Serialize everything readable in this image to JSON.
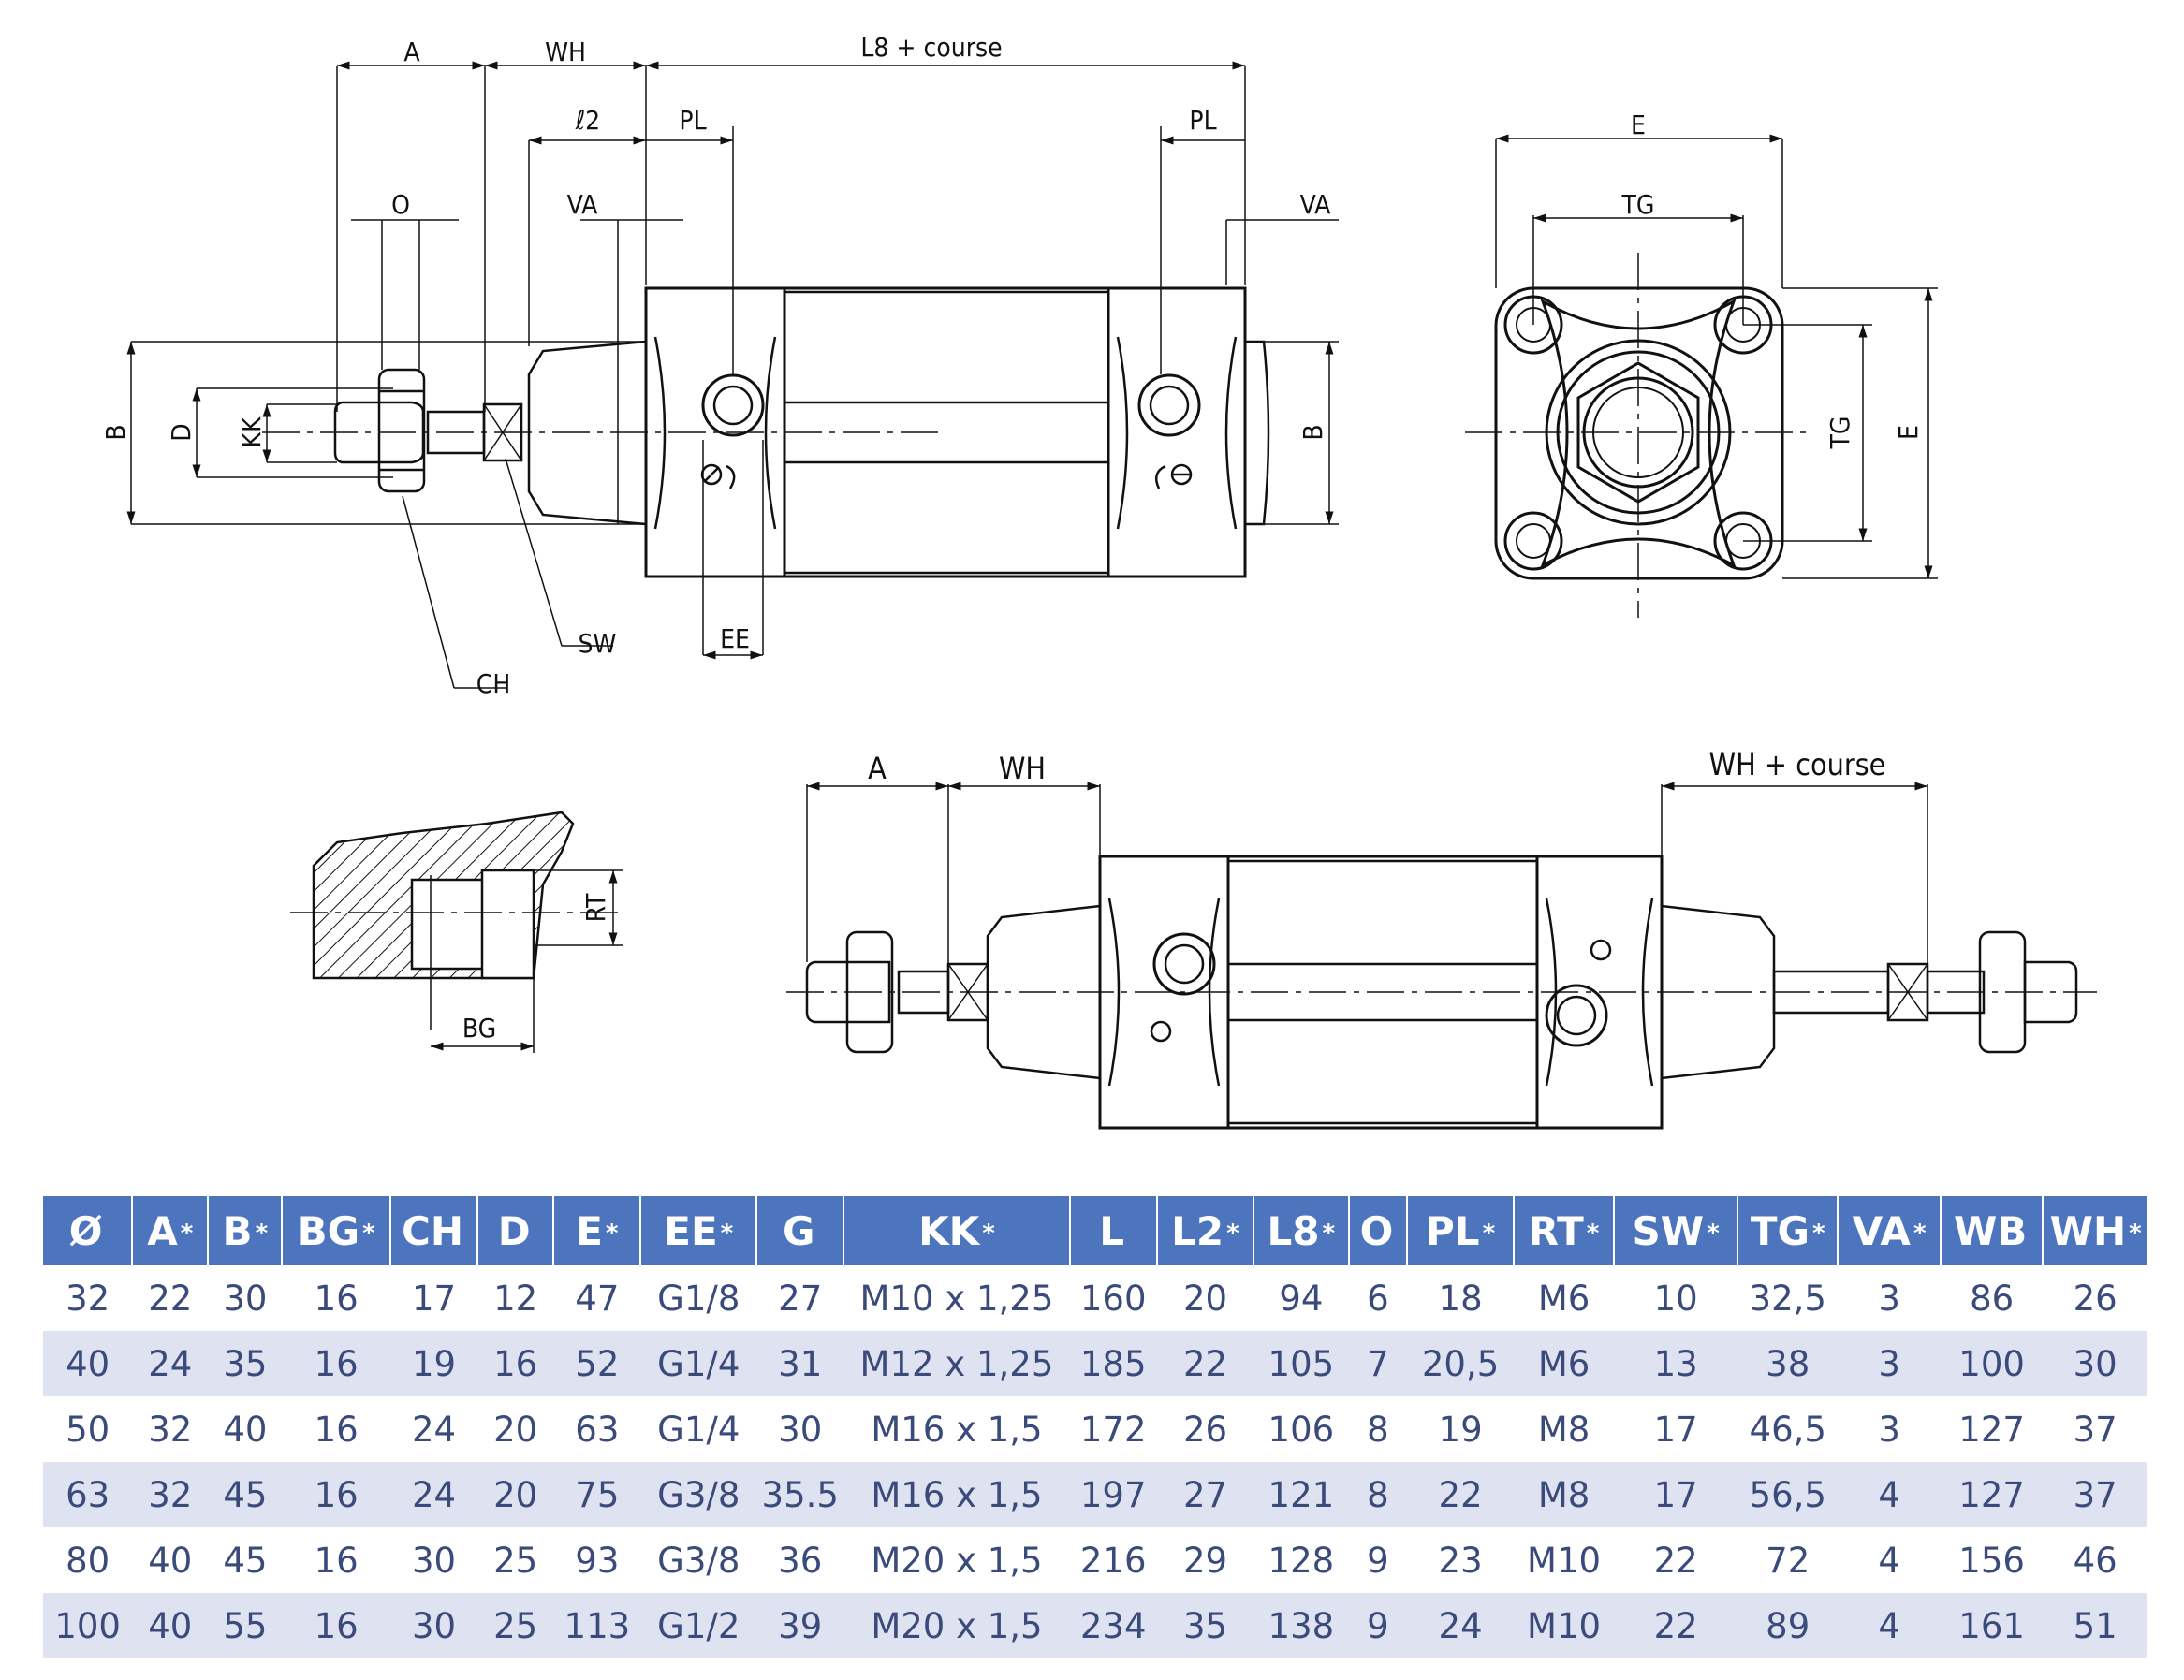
{
  "drawing_labels": {
    "a": "A",
    "wh": "WH",
    "l8_course": "L8 + course",
    "l2": "ℓ2",
    "pl": "PL",
    "va": "VA",
    "o": "O",
    "b": "B",
    "d": "D",
    "kk": "KK",
    "sw": "SW",
    "ch": "CH",
    "ee": "EE",
    "e": "E",
    "tg": "TG",
    "rt": "RT",
    "bg": "BG",
    "wh_course": "WH + course"
  },
  "table": {
    "headers": [
      {
        "label": "Ø",
        "star": ""
      },
      {
        "label": "A",
        "star": "*"
      },
      {
        "label": "B",
        "star": "*"
      },
      {
        "label": "BG",
        "star": "*"
      },
      {
        "label": "CH",
        "star": ""
      },
      {
        "label": "D",
        "star": ""
      },
      {
        "label": "E",
        "star": "*"
      },
      {
        "label": "EE",
        "star": "*"
      },
      {
        "label": "G",
        "star": ""
      },
      {
        "label": "KK",
        "star": "*"
      },
      {
        "label": "L",
        "star": ""
      },
      {
        "label": "L2",
        "star": "*"
      },
      {
        "label": "L8",
        "star": "*"
      },
      {
        "label": "O",
        "star": ""
      },
      {
        "label": "PL",
        "star": "*"
      },
      {
        "label": "RT",
        "star": "*"
      },
      {
        "label": "SW",
        "star": "*"
      },
      {
        "label": "TG",
        "star": "*"
      },
      {
        "label": "VA",
        "star": "*"
      },
      {
        "label": "WB",
        "star": ""
      },
      {
        "label": "WH",
        "star": "*"
      }
    ],
    "rows": [
      [
        "32",
        "22",
        "30",
        "16",
        "17",
        "12",
        "47",
        "G1/8",
        "27",
        "M10 x 1,25",
        "160",
        "20",
        "94",
        "6",
        "18",
        "M6",
        "10",
        "32,5",
        "3",
        "86",
        "26"
      ],
      [
        "40",
        "24",
        "35",
        "16",
        "19",
        "16",
        "52",
        "G1/4",
        "31",
        "M12 x 1,25",
        "185",
        "22",
        "105",
        "7",
        "20,5",
        "M6",
        "13",
        "38",
        "3",
        "100",
        "30"
      ],
      [
        "50",
        "32",
        "40",
        "16",
        "24",
        "20",
        "63",
        "G1/4",
        "30",
        "M16 x 1,5",
        "172",
        "26",
        "106",
        "8",
        "19",
        "M8",
        "17",
        "46,5",
        "3",
        "127",
        "37"
      ],
      [
        "63",
        "32",
        "45",
        "16",
        "24",
        "20",
        "75",
        "G3/8",
        "35.5",
        "M16 x 1,5",
        "197",
        "27",
        "121",
        "8",
        "22",
        "M8",
        "17",
        "56,5",
        "4",
        "127",
        "37"
      ],
      [
        "80",
        "40",
        "45",
        "16",
        "30",
        "25",
        "93",
        "G3/8",
        "36",
        "M20 x 1,5",
        "216",
        "29",
        "128",
        "9",
        "23",
        "M10",
        "22",
        "72",
        "4",
        "156",
        "46"
      ],
      [
        "100",
        "40",
        "55",
        "16",
        "30",
        "25",
        "113",
        "G1/2",
        "39",
        "M20 x 1,5",
        "234",
        "35",
        "138",
        "9",
        "24",
        "M10",
        "22",
        "89",
        "4",
        "161",
        "51"
      ]
    ]
  }
}
